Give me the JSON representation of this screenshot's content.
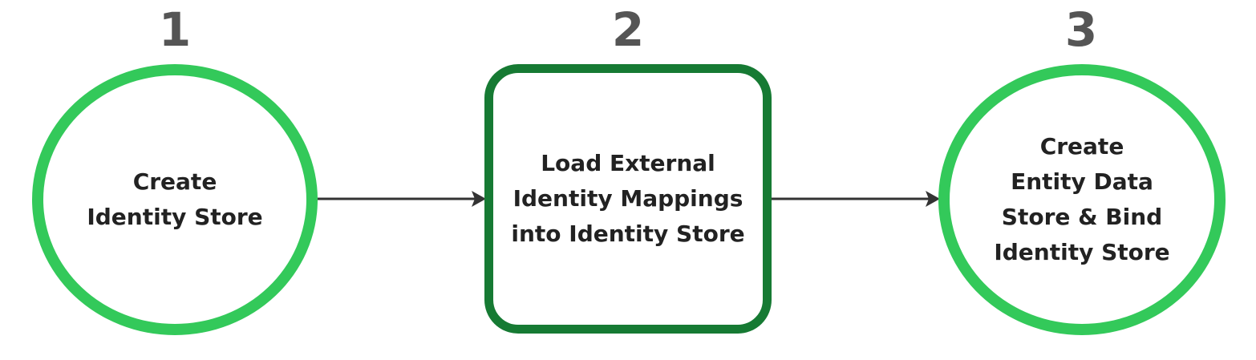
{
  "colors": {
    "circle_border": "#33c95a",
    "box_border": "#167a33",
    "number_text": "#555555",
    "label_text": "#222222",
    "arrow": "#333333"
  },
  "steps": [
    {
      "number": "1",
      "shape": "circle",
      "label_lines": [
        "Create",
        "Identity Store"
      ]
    },
    {
      "number": "2",
      "shape": "rounded-rectangle",
      "label_lines": [
        "Load External",
        "Identity Mappings",
        "into Identity Store"
      ]
    },
    {
      "number": "3",
      "shape": "circle",
      "label_lines": [
        "Create",
        "Entity Data",
        "Store & Bind",
        "Identity Store"
      ]
    }
  ],
  "connections": [
    {
      "from": "1",
      "to": "2"
    },
    {
      "from": "2",
      "to": "3"
    }
  ]
}
